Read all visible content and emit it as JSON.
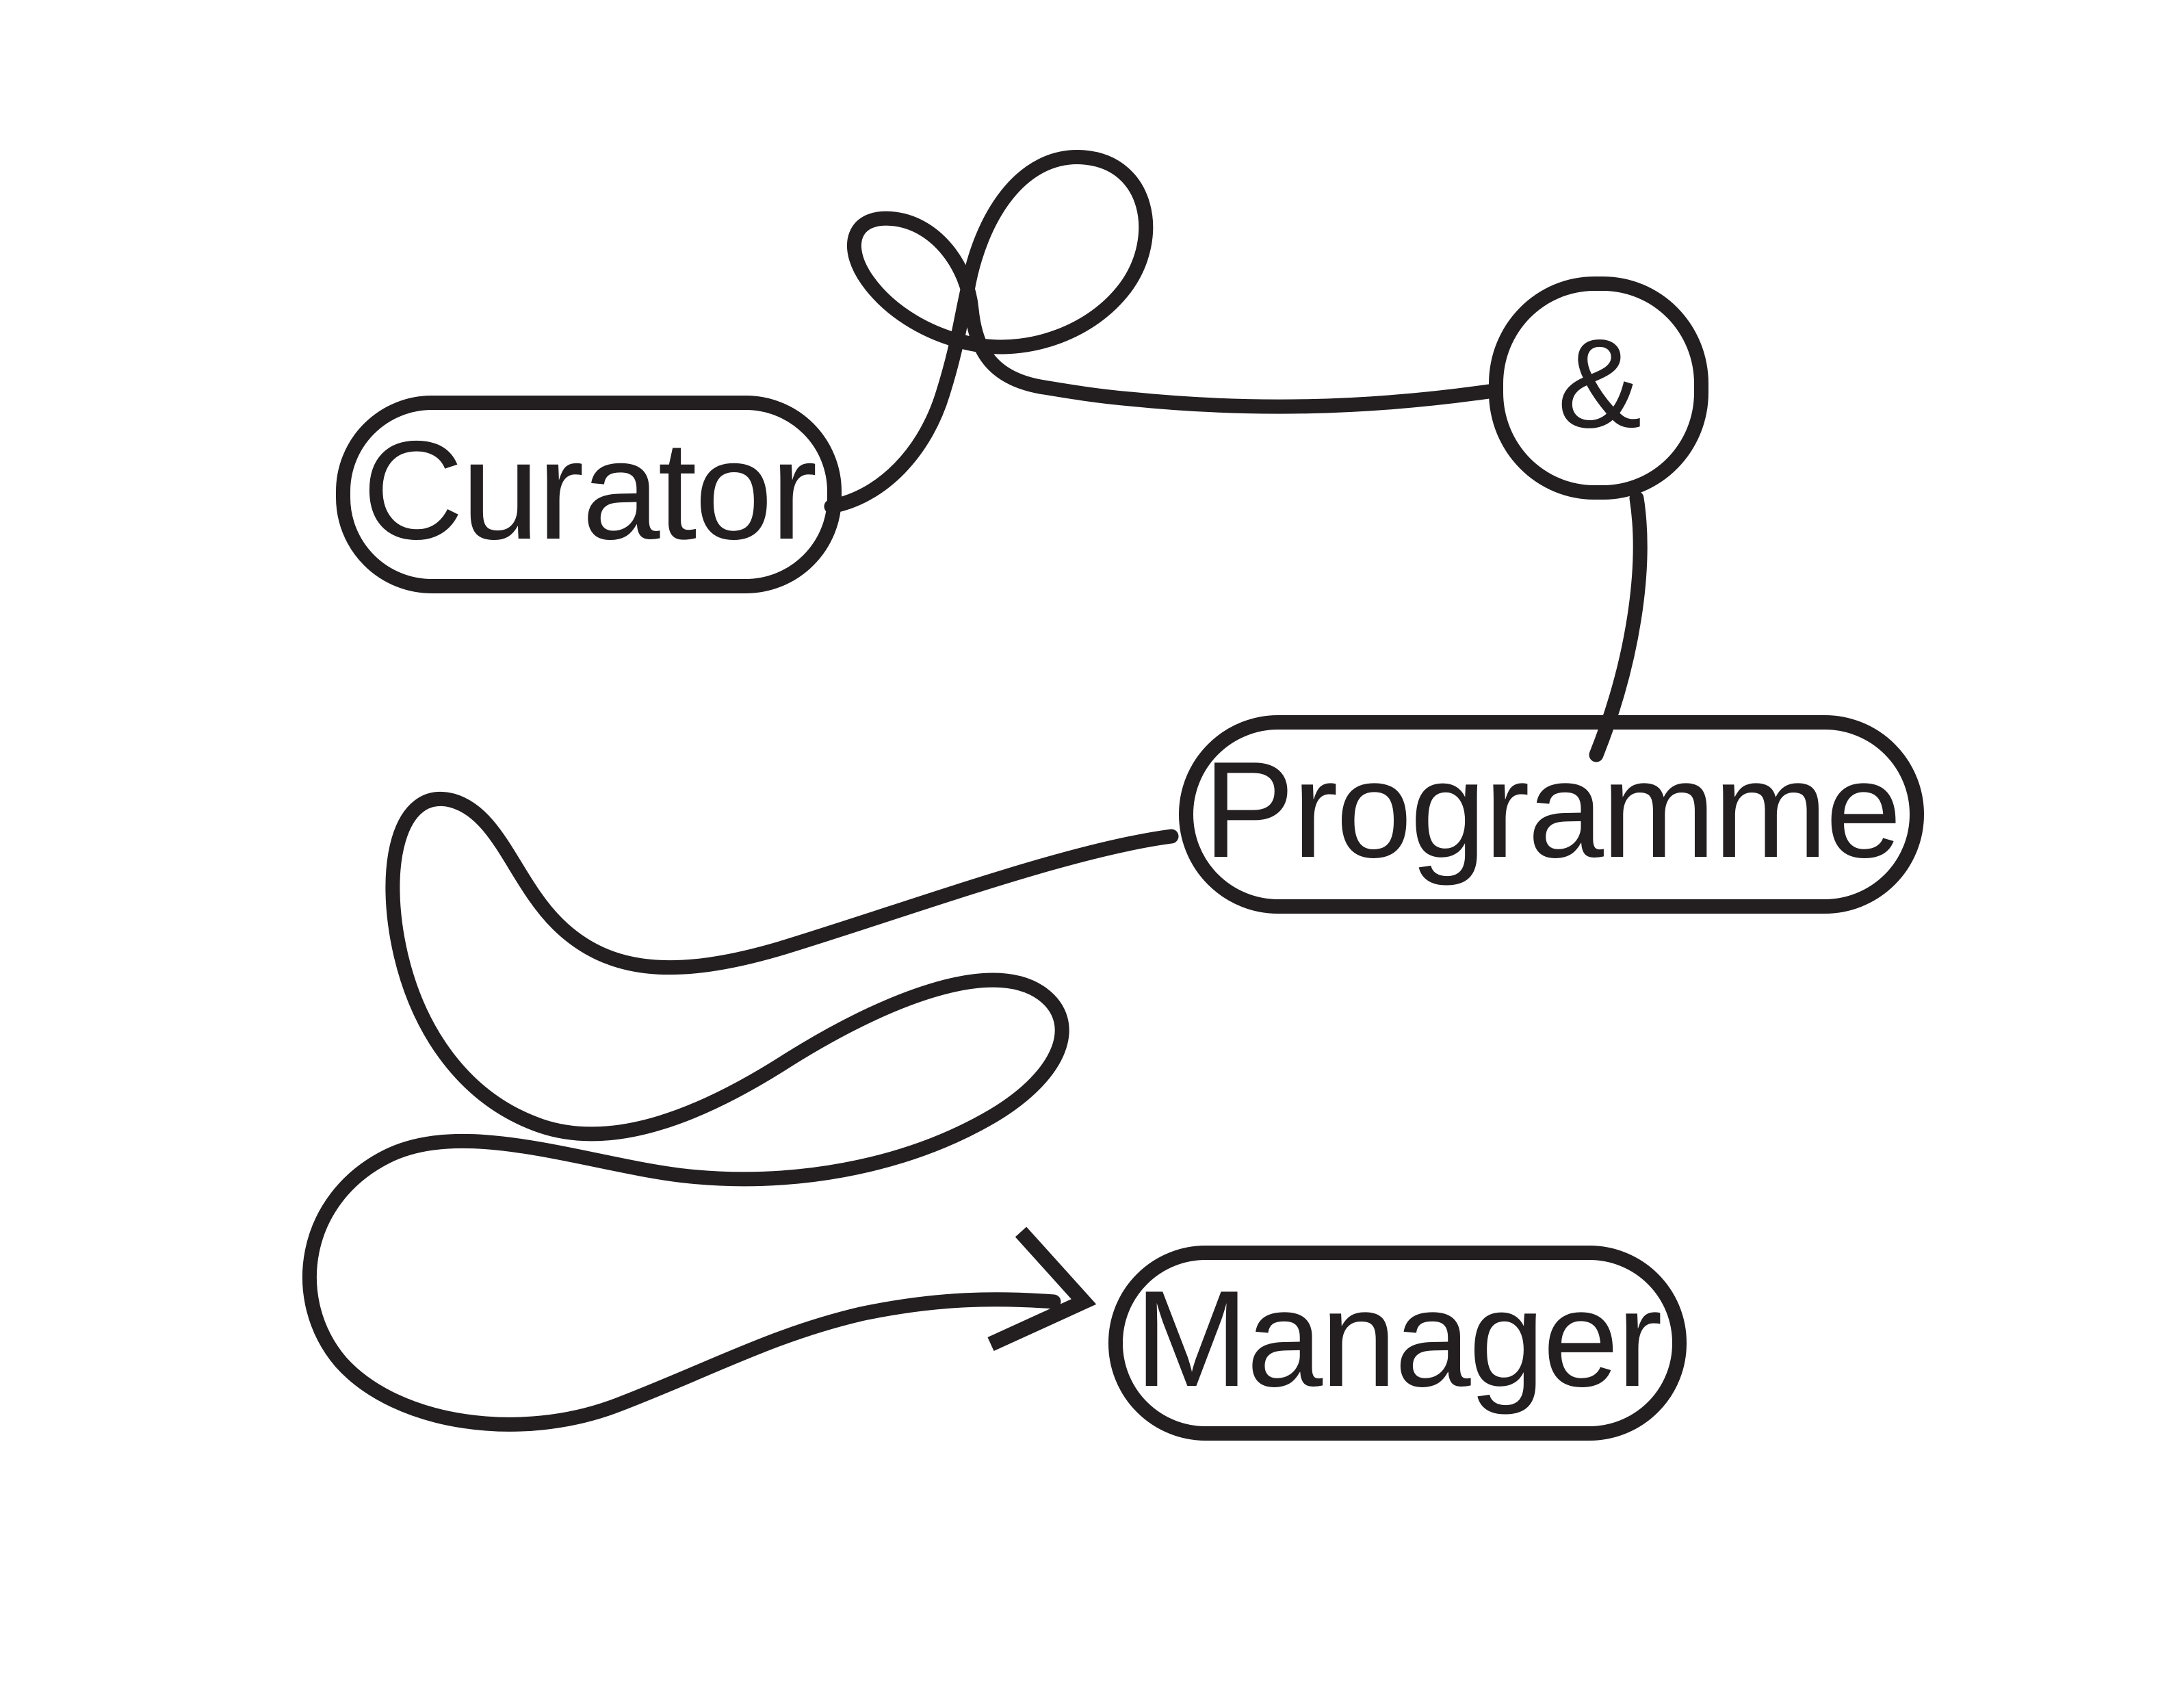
{
  "diagram": {
    "colors": {
      "ink": "#231f20",
      "background": "#ffffff"
    },
    "nodes": {
      "curator": {
        "label": "Curator"
      },
      "amp": {
        "label": "&"
      },
      "programme": {
        "label": "Programme"
      },
      "manager": {
        "label": "Manager"
      }
    },
    "connections": [
      {
        "from": "curator",
        "to": "amp",
        "style": "tangled-scribble-two-loops"
      },
      {
        "from": "amp",
        "to": "programme",
        "style": "gentle-curve"
      },
      {
        "from": "programme",
        "to": "manager",
        "style": "long-scribble-three-loops-arrow"
      }
    ]
  }
}
